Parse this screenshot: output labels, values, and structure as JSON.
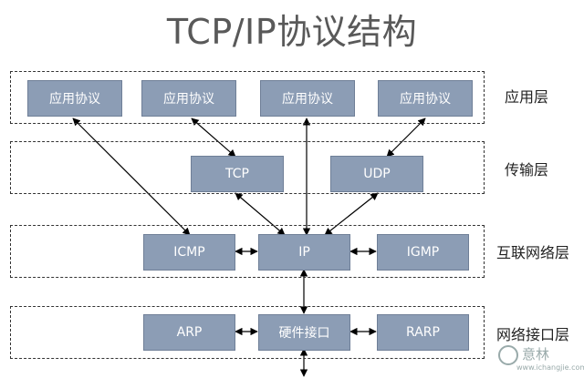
{
  "title": "TCP/IP协议结构",
  "layers": {
    "application": "应用层",
    "transport": "传输层",
    "internet": "互联网络层",
    "link": "网络接口层"
  },
  "nodes": {
    "app1": "应用协议",
    "app2": "应用协议",
    "app3": "应用协议",
    "app4": "应用协议",
    "tcp": "TCP",
    "udp": "UDP",
    "icmp": "ICMP",
    "ip": "IP",
    "igmp": "IGMP",
    "arp": "ARP",
    "hw": "硬件接口",
    "rarp": "RARP"
  },
  "watermark": {
    "text": "意林",
    "url": "www.ichangjie.com"
  },
  "colors": {
    "node_fill": "#8c9db5",
    "line": "#000000"
  }
}
